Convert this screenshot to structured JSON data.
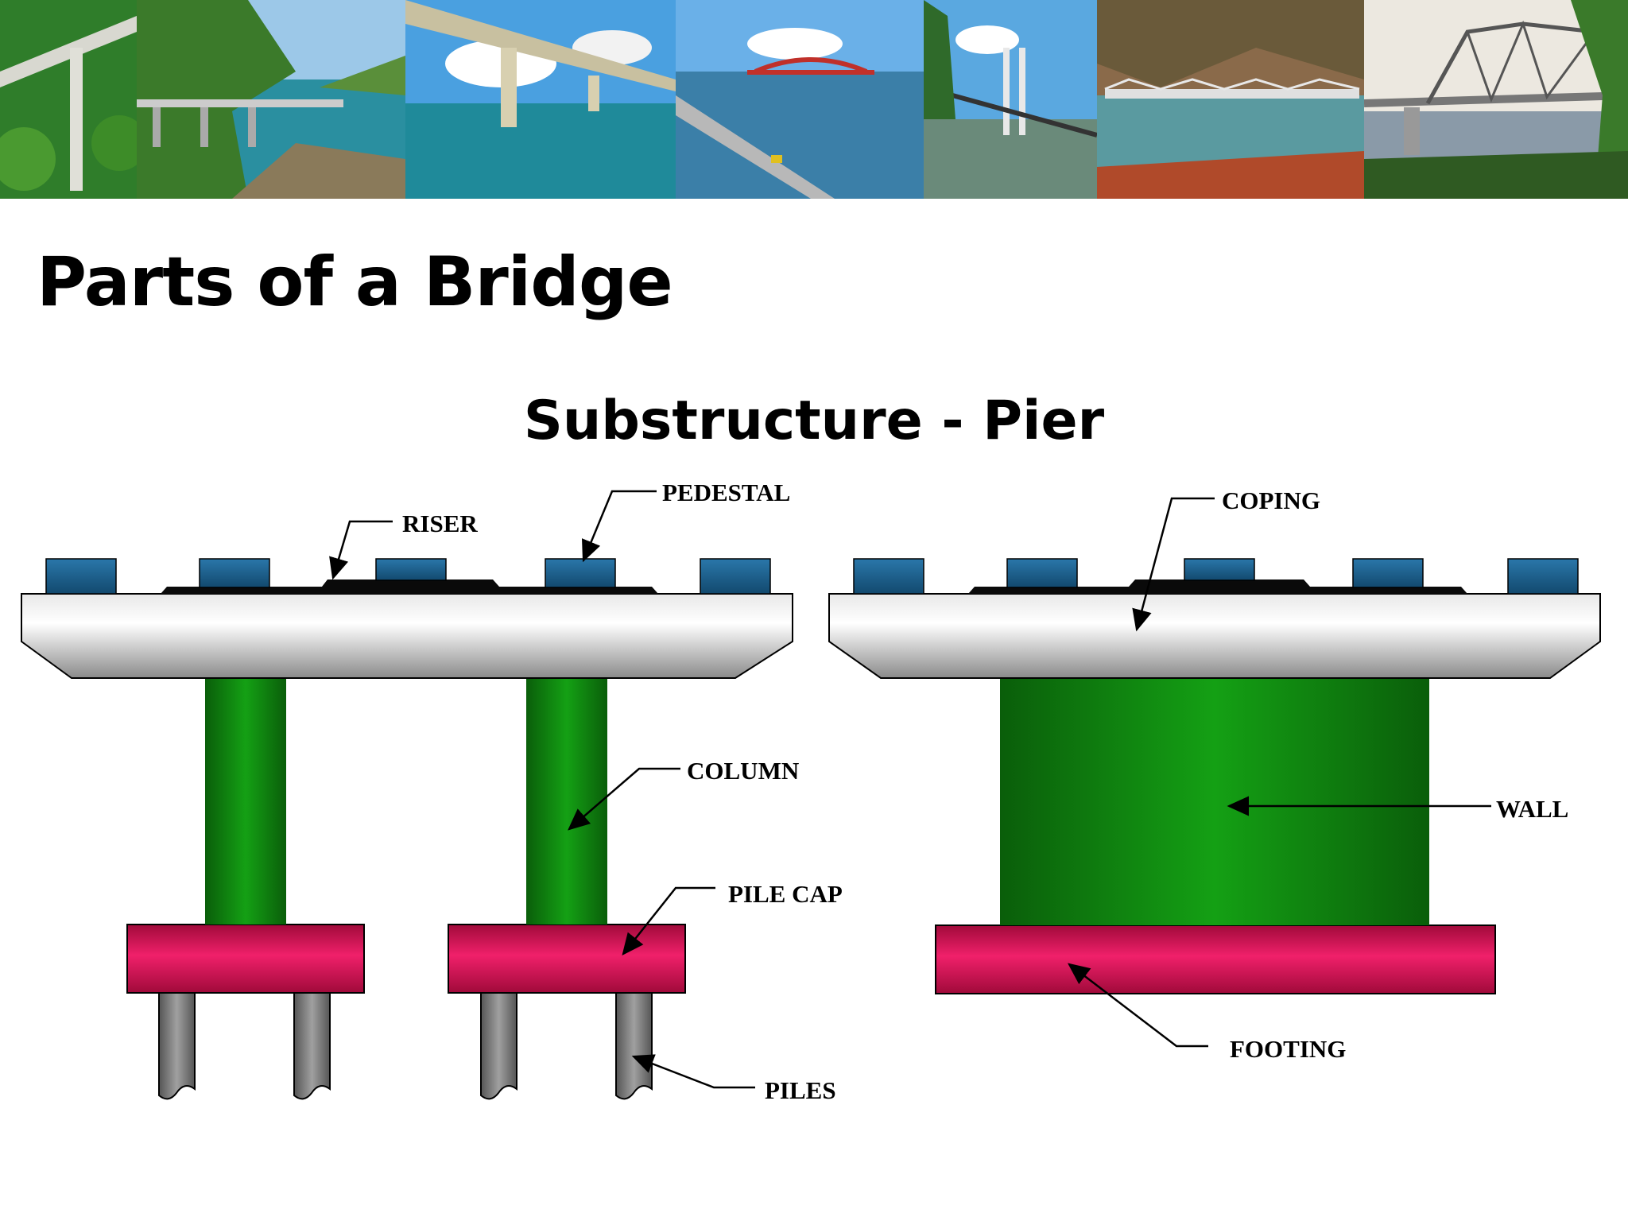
{
  "slide": {
    "title": "Parts of a Bridge",
    "subtitle": "Substructure - Pier"
  },
  "banner": {
    "photos": [
      {
        "name": "elevated-viaduct-photo"
      },
      {
        "name": "coastal-road-bridge-photo"
      },
      {
        "name": "concrete-bridge-over-water-photo"
      },
      {
        "name": "red-arch-bridge-photo"
      },
      {
        "name": "cable-stayed-bridge-photo"
      },
      {
        "name": "truss-bridge-river-photo"
      },
      {
        "name": "steel-truss-bridge-photo"
      }
    ]
  },
  "labels": {
    "pedestal": "PEDESTAL",
    "riser": "RISER",
    "coping": "COPING",
    "column": "COLUMN",
    "wall": "WALL",
    "pile_cap": "PILE CAP",
    "footing": "FOOTING",
    "piles": "PILES"
  },
  "colors": {
    "bearing_blue": "#1b5d8a",
    "column_green": "#0f8a0f",
    "cap_magenta": "#c8104e",
    "coping_grey": "#c4c4c4",
    "pile_grey": "#7a7a7a"
  }
}
